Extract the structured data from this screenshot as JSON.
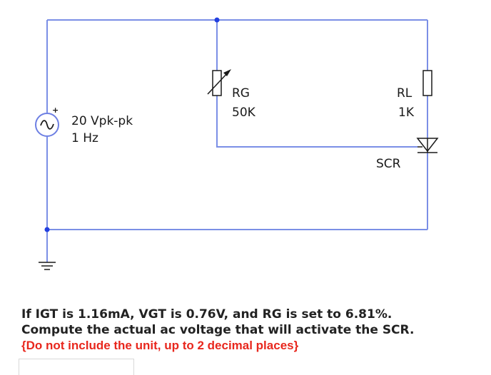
{
  "circuit": {
    "source": {
      "value": "20 Vpk-pk",
      "frequency": "1 Hz",
      "polarity": "+",
      "symbol": "~"
    },
    "rg": {
      "name": "RG",
      "value": "50K"
    },
    "rl": {
      "name": "RL",
      "value": "1K"
    },
    "scr": {
      "name": "SCR"
    },
    "colors": {
      "wire": "#7b8fe6",
      "node": "#2340e0",
      "component": "#1a1a1a",
      "source_ring": "#6d7fe3"
    }
  },
  "question": {
    "line1": "If IGT is 1.16mA, VGT is 0.76V, and RG is set to 6.81%.",
    "line2": "Compute the actual ac voltage that will activate the SCR.",
    "note": "{Do not include the unit, up to 2 decimal places}"
  },
  "answer": {
    "value": ""
  }
}
